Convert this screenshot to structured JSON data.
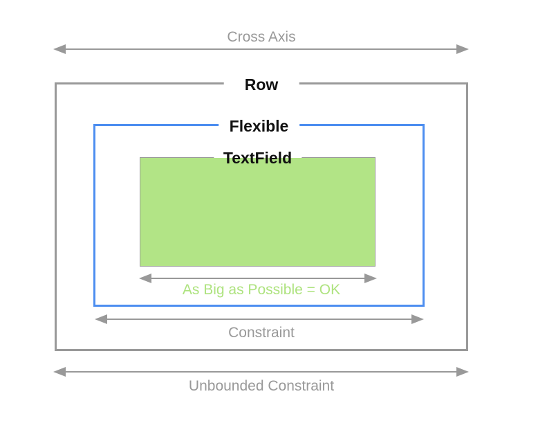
{
  "colors": {
    "background": "#ffffff",
    "gray": "#999999",
    "black": "#111111",
    "blue": "#4d8ef0",
    "green_fill": "#b2e486",
    "green_text": "#aee37f"
  },
  "diagram": {
    "cross_axis_label": "Cross Axis",
    "row_label": "Row",
    "flexible_label": "Flexible",
    "textfield_label": "TextField",
    "as_big_label": "As Big as Possible = OK",
    "constraint_label": "Constraint",
    "unbounded_label": "Unbounded Constraint"
  }
}
